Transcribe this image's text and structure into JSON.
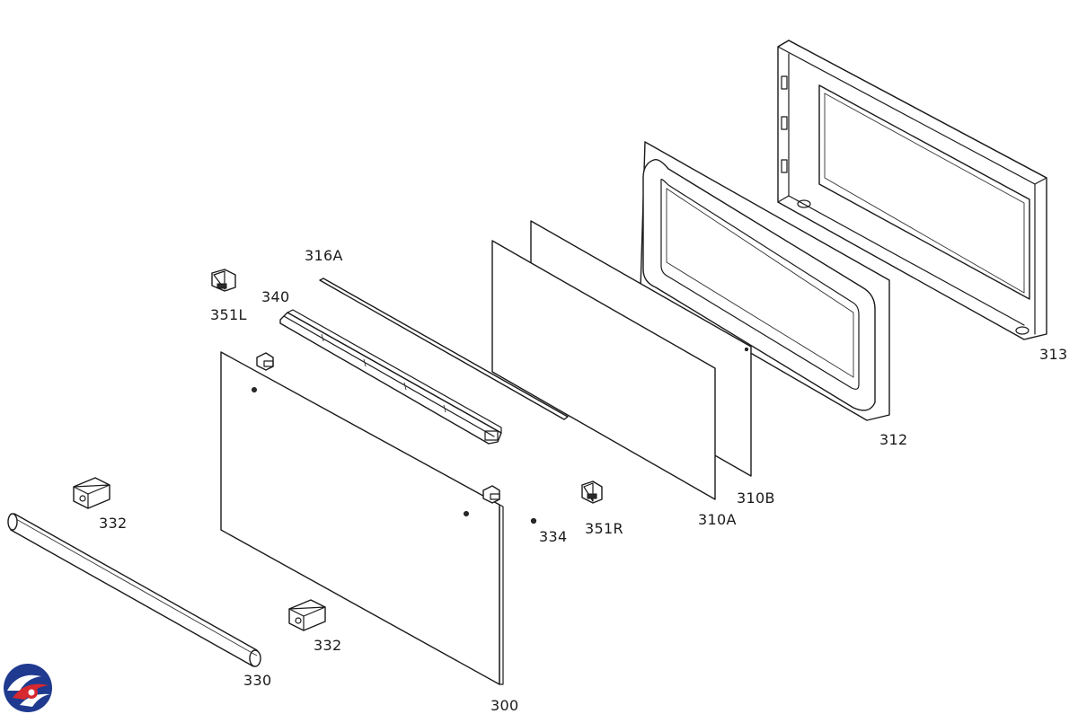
{
  "parts": [
    {
      "key": "p313",
      "label": "313"
    },
    {
      "key": "p312",
      "label": "312"
    },
    {
      "key": "p310b",
      "label": "310B"
    },
    {
      "key": "p310a",
      "label": "310A"
    },
    {
      "key": "p316a",
      "label": "316A"
    },
    {
      "key": "p340",
      "label": "340"
    },
    {
      "key": "p351l",
      "label": "351L"
    },
    {
      "key": "p351r",
      "label": "351R"
    },
    {
      "key": "p334",
      "label": "334"
    },
    {
      "key": "p332a",
      "label": "332"
    },
    {
      "key": "p332b",
      "label": "332"
    },
    {
      "key": "p330",
      "label": "330"
    },
    {
      "key": "p300",
      "label": "300"
    }
  ],
  "colors": {
    "line": "#1a1a1a",
    "logo_blue": "#1f3a8f",
    "logo_red": "#d7282f"
  },
  "logo_icon": "brand-swirl-logo"
}
